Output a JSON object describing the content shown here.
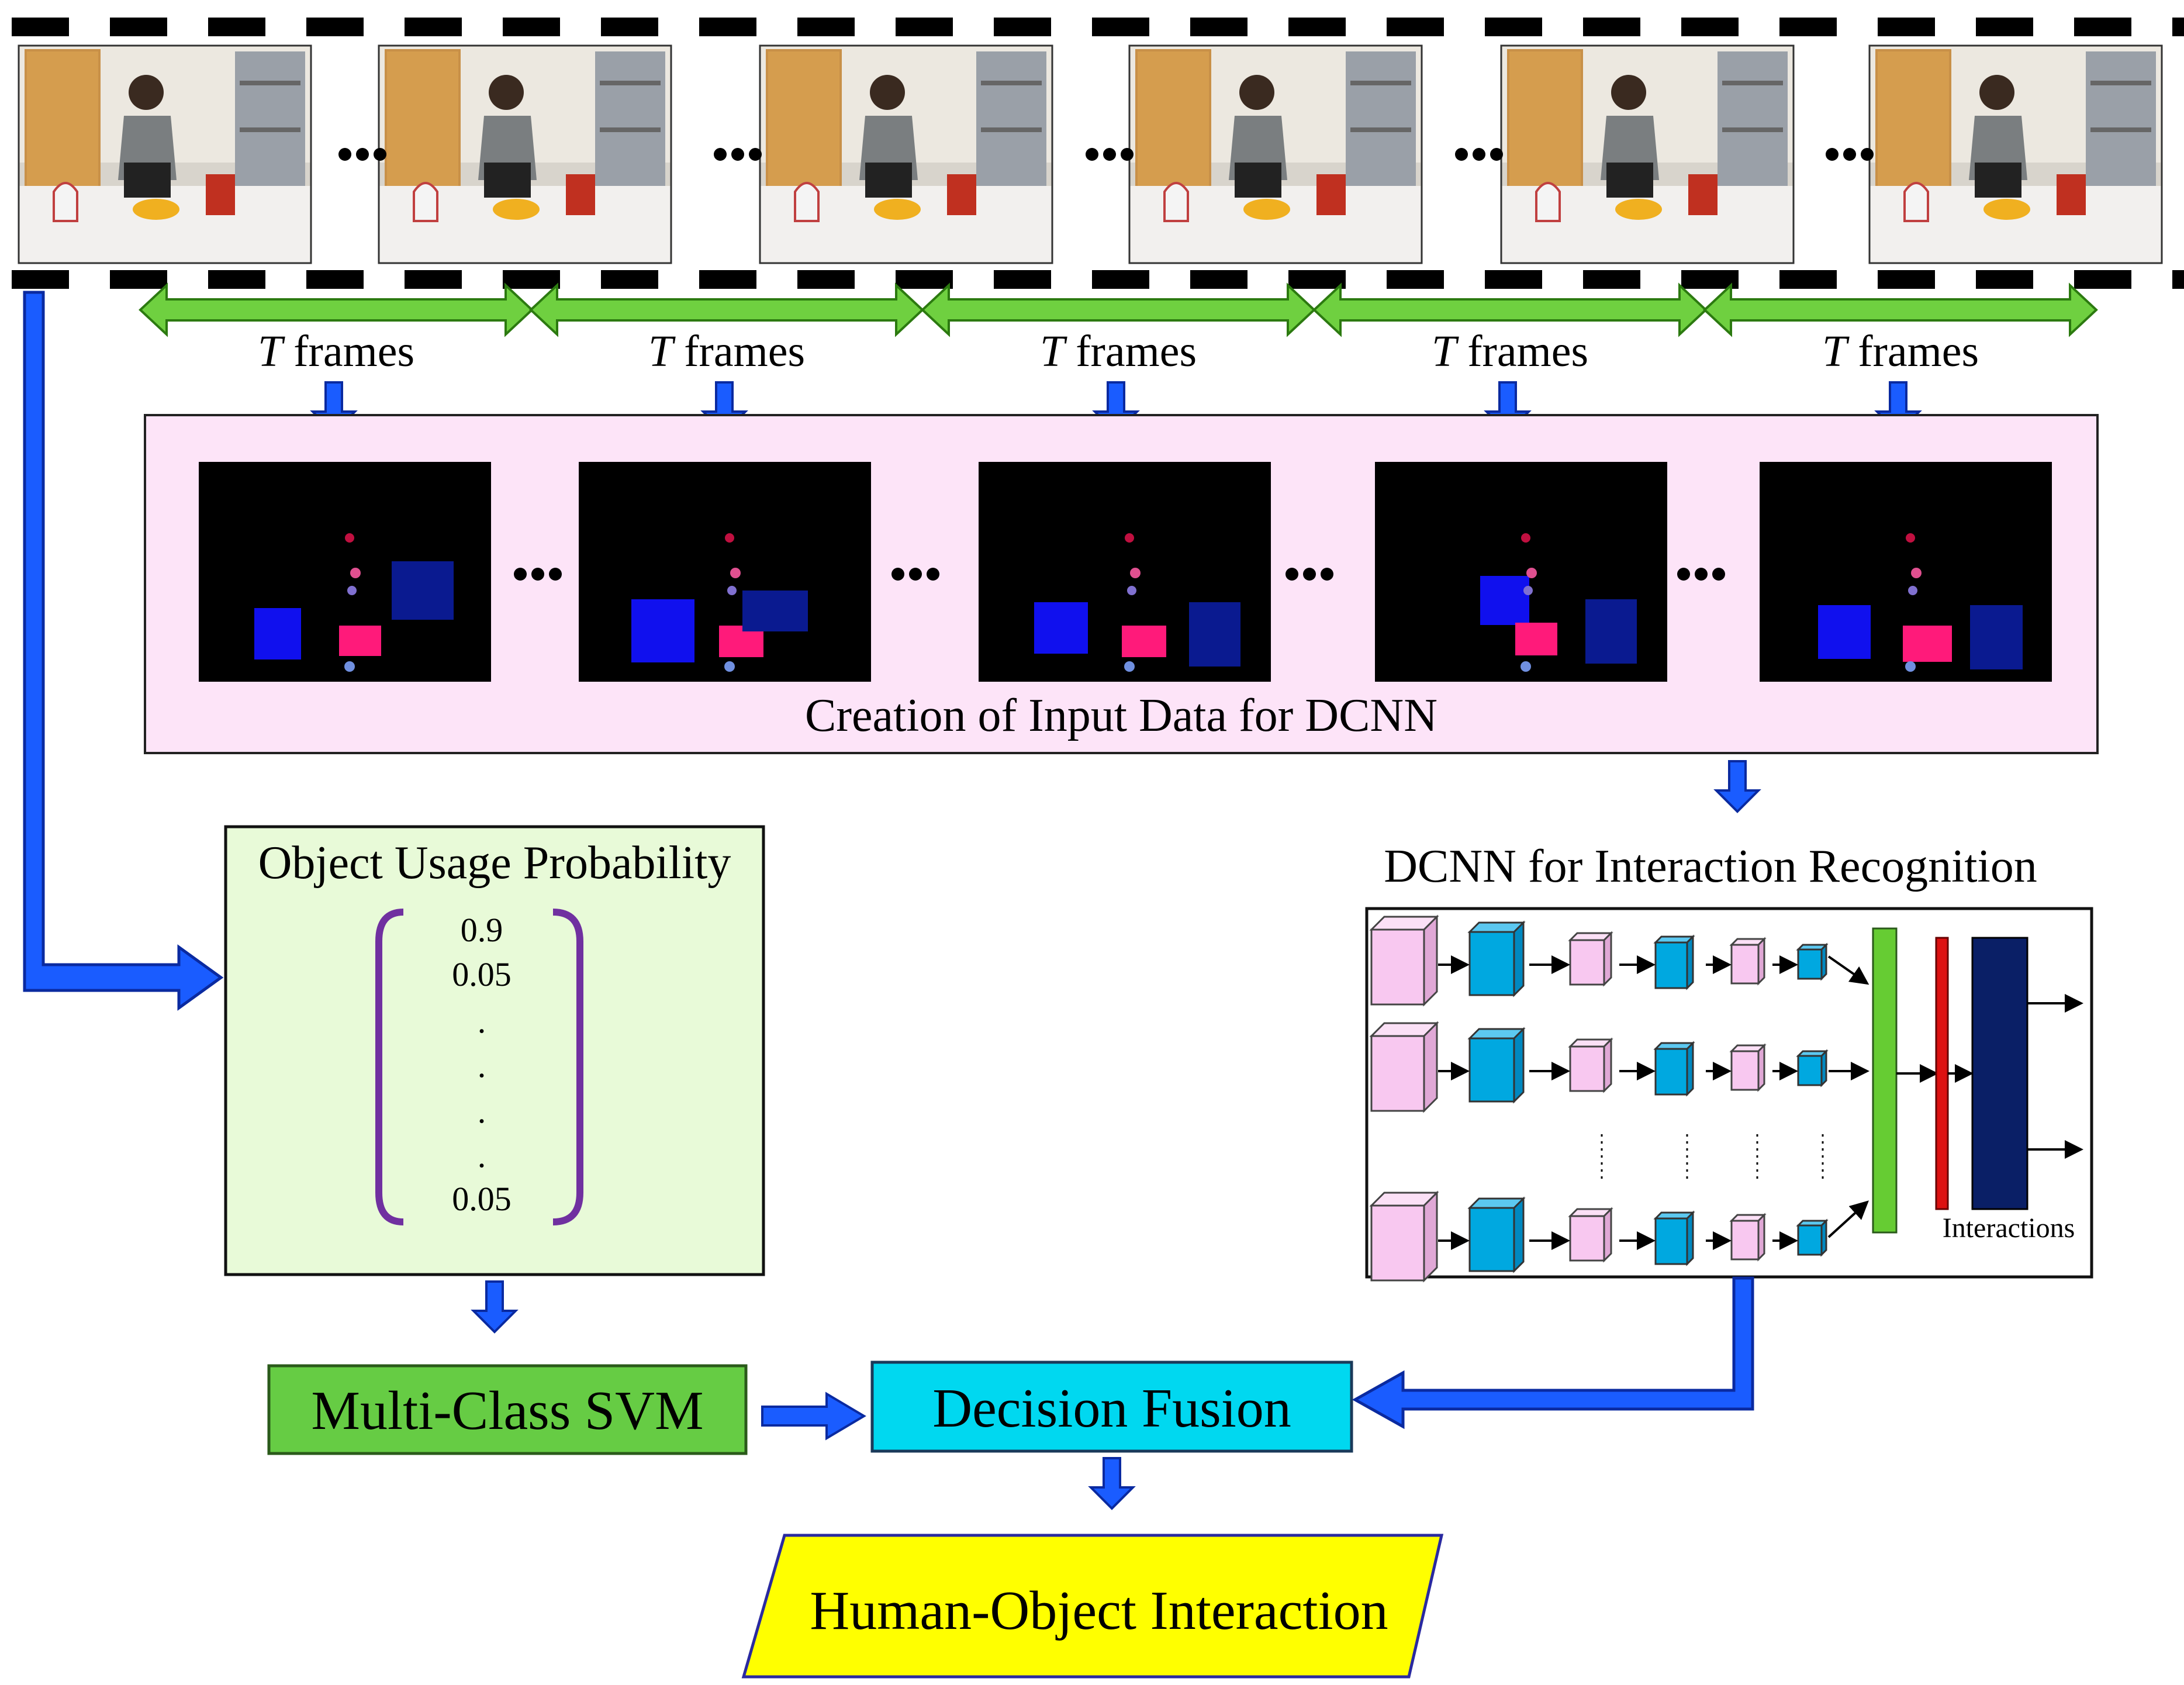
{
  "frames_label": {
    "italic": "T",
    "text": "frames"
  },
  "input_creation_label": "Creation of Input Data for DCNN",
  "dcnn_title": "DCNN for Interaction Recognition",
  "dcnn_output_label": "Interactions",
  "object_usage": {
    "title": "Object Usage Probability",
    "values": [
      "0.9",
      "0.05",
      ".",
      ".",
      ".",
      ".",
      "0.05"
    ]
  },
  "svm_label": "Multi-Class SVM",
  "fusion_label": "Decision Fusion",
  "output_label": "Human-Object Interaction",
  "colors": {
    "pink_panel": "#fde4f8",
    "green_panel": "#e8fad8",
    "svm_green": "#66cc44",
    "fusion_cyan": "#00d8f0",
    "output_yellow": "#ffff00",
    "arrow_blue": "#1a5cff",
    "arrow_green": "#6fd040",
    "matrix_purple": "#7030a0",
    "cube_pink": "#f8c8f0",
    "cube_blue": "#00a8e0",
    "dense_green": "#66cc33",
    "dense_red": "#dd1111",
    "dense_navy": "#0a1f66"
  }
}
